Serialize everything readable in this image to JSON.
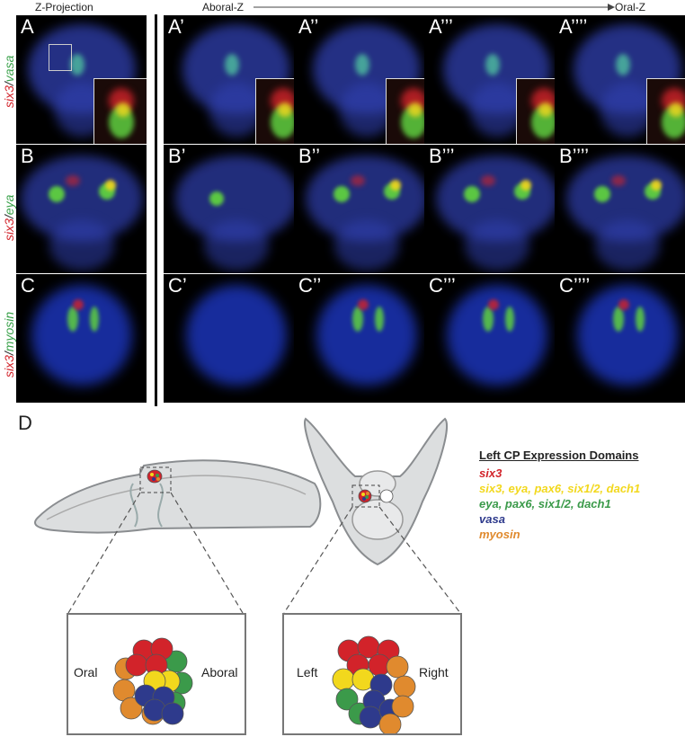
{
  "headers": {
    "z_projection": "Z-Projection",
    "aboral": "Aboral-Z",
    "oral": "Oral-Z"
  },
  "rows": [
    {
      "key": "A",
      "label_gene1": "six3",
      "label_sep": "/",
      "label_gene2": "vasa",
      "panels": [
        "A",
        "A’",
        "A’’",
        "A’’’",
        "A’’’’"
      ]
    },
    {
      "key": "B",
      "label_gene1": "six3",
      "label_sep": "/",
      "label_gene2": "eya",
      "panels": [
        "B",
        "B’",
        "B’’",
        "B’’’",
        "B’’’’"
      ]
    },
    {
      "key": "C",
      "label_gene1": "six3",
      "label_sep": "/",
      "label_gene2": "myosin",
      "panels": [
        "C",
        "C’",
        "C’’",
        "C’’’",
        "C’’’’"
      ]
    }
  ],
  "panel_d": {
    "label": "D",
    "legend_title": "Left CP Expression Domains",
    "legend": [
      {
        "text": "six3",
        "color": "#d2232a"
      },
      {
        "text": "six3, eya, pax6, six1/2, dach1",
        "color": "#f2d81d"
      },
      {
        "text": "eya, pax6, six1/2, dach1",
        "color": "#3b9a4a"
      },
      {
        "text": "vasa",
        "color": "#2e3a8c"
      },
      {
        "text": "myosin",
        "color": "#e08a2e"
      }
    ],
    "left_box": {
      "left_label": "Oral",
      "right_label": "Aboral"
    },
    "right_box": {
      "left_label": "Left",
      "right_label": "Right"
    }
  },
  "colors": {
    "red": "#d2232a",
    "yellow": "#f2d81d",
    "green": "#3b9a4a",
    "blue": "#2e3a8c",
    "orange": "#e08a2e",
    "nuclei_blue": "#3040b0"
  }
}
